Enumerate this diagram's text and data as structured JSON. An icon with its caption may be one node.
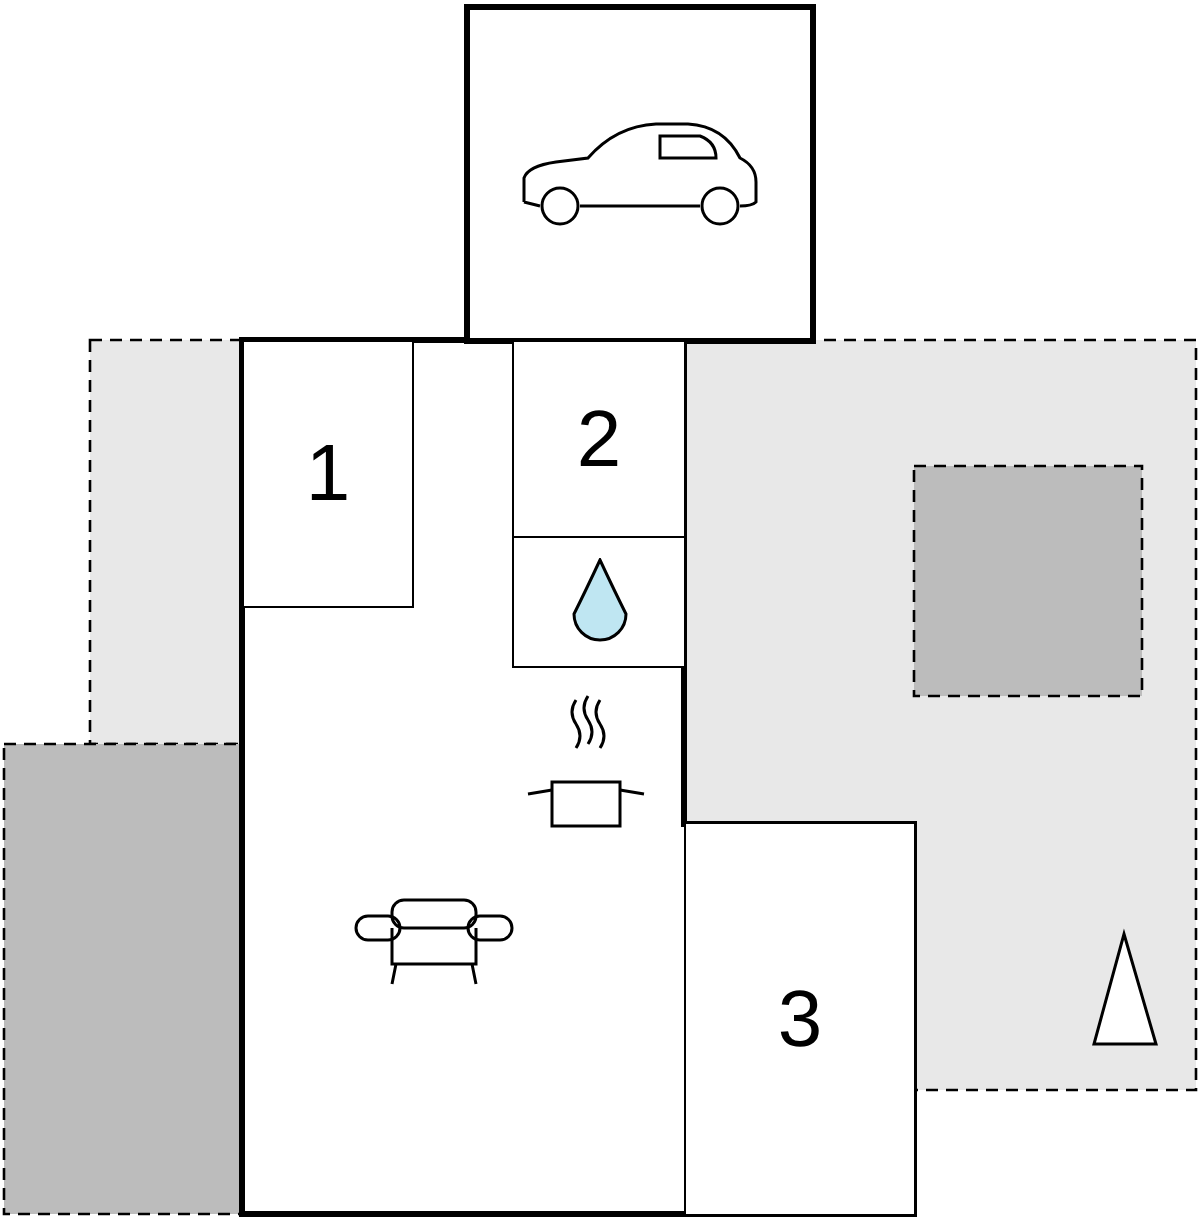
{
  "diagram": {
    "nodes": [
      {
        "text": [],
        "shape": "box"
      },
      {
        "text": [
          "1"
        ]
      },
      {
        "text": [
          "2"
        ]
      },
      {
        "text": [],
        "shape": "box"
      },
      {
        "text": [
          "3"
        ]
      }
    ]
  }
}
